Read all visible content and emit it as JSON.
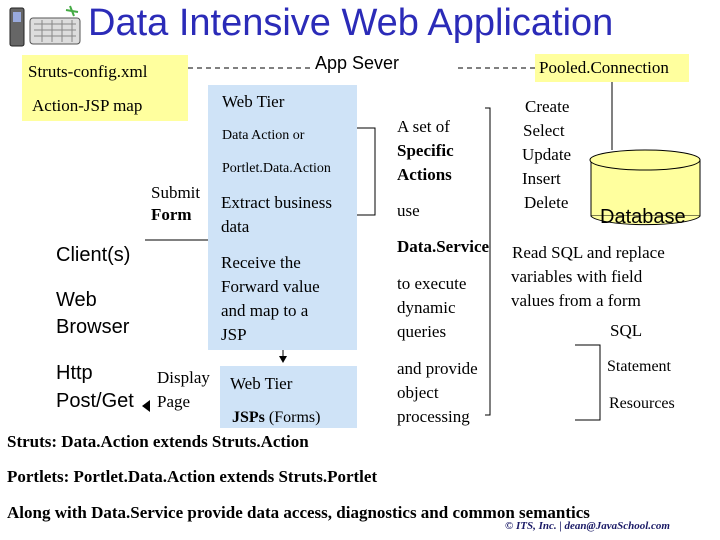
{
  "title": "Data Intensive Web Application",
  "config": {
    "struts_config": "Struts-config.xml",
    "action_jsp": "Action-JSP map"
  },
  "app_server": "App Sever",
  "pooled_connection": "Pooled.Connection",
  "web_tier_top": {
    "label": "Web Tier",
    "data_action_or": "Data Action or",
    "portlet_data_action": "Portlet.Data.Action",
    "extract": [
      "Extract business",
      "data"
    ],
    "receive": [
      "Receive the",
      "Forward value",
      "and map to a",
      "JSP"
    ]
  },
  "submit_form": [
    "Submit",
    "Form"
  ],
  "client": {
    "clients": "Client(s)",
    "browser": [
      "Web",
      "Browser"
    ],
    "http": [
      "Http",
      "Post/Get"
    ]
  },
  "display_page": [
    "Display",
    "Page"
  ],
  "web_tier_bottom": {
    "label": "Web Tier",
    "jsps_prefix": "JSPs",
    "jsps_suffix": "(Forms)"
  },
  "specific_actions": [
    "A set of",
    "Specific",
    "Actions"
  ],
  "use": "use",
  "data_service": "Data.Service",
  "to_execute": [
    "to execute",
    "dynamic",
    "queries"
  ],
  "and_provide": [
    "and provide",
    "object",
    "processing"
  ],
  "sql_ops": [
    "Create",
    "Select",
    "Update",
    "Insert",
    "Delete"
  ],
  "database": "Database",
  "read_sql": [
    "Read SQL and replace",
    "variables with field",
    "values from a form"
  ],
  "sql": "SQL",
  "statement": "Statement",
  "resources": "Resources",
  "footer": {
    "struts": "Struts: Data.Action extends Struts.Action",
    "portlets": "Portlets: Portlet.Data.Action extends Struts.Portlet",
    "along_with": "Along with Data.Service provide data access, diagnostics and common semantics",
    "copyright": "© ITS, Inc. | dean@JavaSchool.com"
  }
}
